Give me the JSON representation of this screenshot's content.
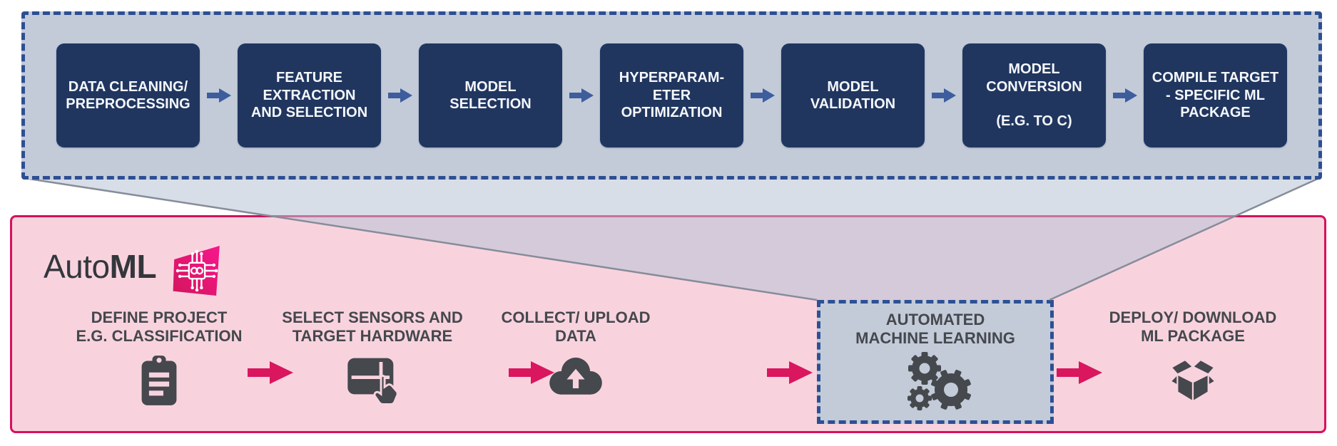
{
  "diagram": {
    "title_context": "AutoML workflow with zoomed automated machine learning pipeline",
    "brand": {
      "regular": "Auto",
      "bold": "ML",
      "logo_icon": "chip-brain-icon"
    },
    "pipeline_panel": {
      "steps": [
        {
          "label": "DATA CLEANING/\nPREPROCESSING"
        },
        {
          "label": "FEATURE\nEXTRACTION\nAND SELECTION"
        },
        {
          "label": "MODEL\nSELECTION"
        },
        {
          "label": "HYPERPARAM-\nETER\nOPTIMIZATION"
        },
        {
          "label": "MODEL\nVALIDATION"
        },
        {
          "label": "MODEL\nCONVERSION\n\n(E.G. TO C)"
        },
        {
          "label": "COMPILE TARGET\n- SPECIFIC ML\nPACKAGE"
        }
      ],
      "connector_icon": "arrow-right-icon"
    },
    "workflow": {
      "steps": [
        {
          "label": "DEFINE PROJECT\nE.G. CLASSIFICATION",
          "icon": "clipboard-icon",
          "highlighted": false
        },
        {
          "label": "SELECT SENSORS AND\nTARGET HARDWARE",
          "icon": "hardware-select-icon",
          "highlighted": false
        },
        {
          "label": "COLLECT/ UPLOAD\nDATA",
          "icon": "cloud-upload-icon",
          "highlighted": false
        },
        {
          "label": "AUTOMATED\nMACHINE LEARNING",
          "icon": "gears-icon",
          "highlighted": true
        },
        {
          "label": "DEPLOY/ DOWNLOAD\nML PACKAGE",
          "icon": "package-box-icon",
          "highlighted": false
        }
      ],
      "connector_icon": "arrow-right-icon"
    },
    "colors": {
      "panel_background": "#c3cbd9",
      "panel_dashed_border": "#2d4f92",
      "pipeline_box": "#20365f",
      "pipeline_box_text": "#f5f7fb",
      "pipeline_arrow": "#3d5d9d",
      "workflow_background": "#f8d3de",
      "workflow_border": "#d6115c",
      "workflow_arrow": "#d9165e",
      "label_and_icon_gray": "#45484d",
      "brand_magenta": "#ee1272"
    }
  }
}
